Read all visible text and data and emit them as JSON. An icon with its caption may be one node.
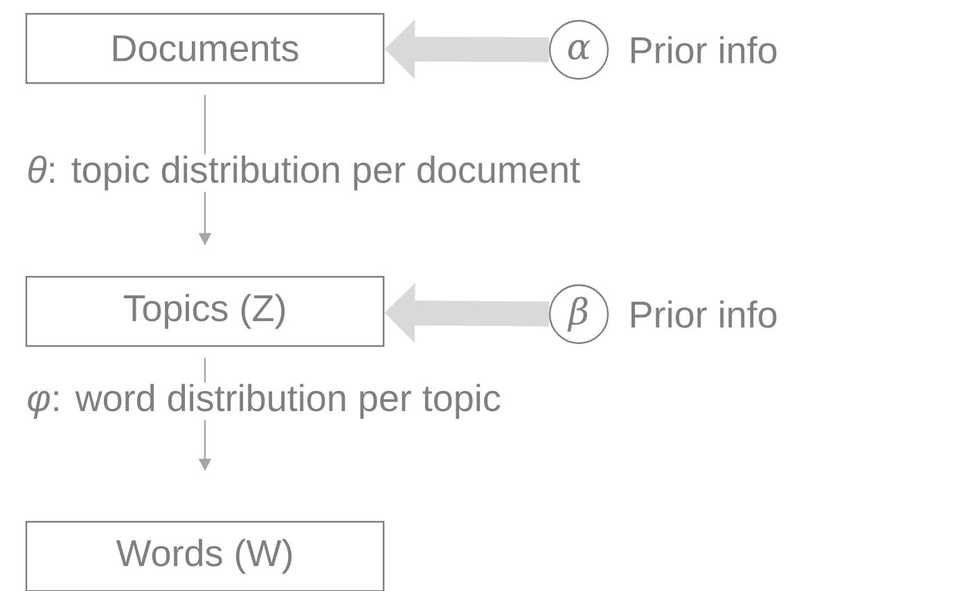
{
  "diagram": {
    "nodes": [
      {
        "text": [
          "Documents"
        ]
      },
      {
        "text": [
          "α"
        ],
        "beside": [
          "Prior info"
        ]
      },
      {
        "text": [
          "Topics (Z)"
        ]
      },
      {
        "text": [
          "β"
        ],
        "beside": [
          "Prior info"
        ]
      },
      {
        "text": [
          "Words (W)"
        ]
      }
    ],
    "edges": [
      {
        "from": 1,
        "to": 0,
        "arrow": "to",
        "style": "thick",
        "color": "#d9d9d9"
      },
      {
        "from": 0,
        "to": 2,
        "arrow": "to",
        "label": "*θ*: topic distribution per document"
      },
      {
        "from": 3,
        "to": 2,
        "arrow": "to",
        "style": "thick",
        "color": "#d9d9d9"
      },
      {
        "from": 2,
        "to": 4,
        "arrow": "to",
        "label": "*φ*: word distribution per topic"
      }
    ]
  }
}
